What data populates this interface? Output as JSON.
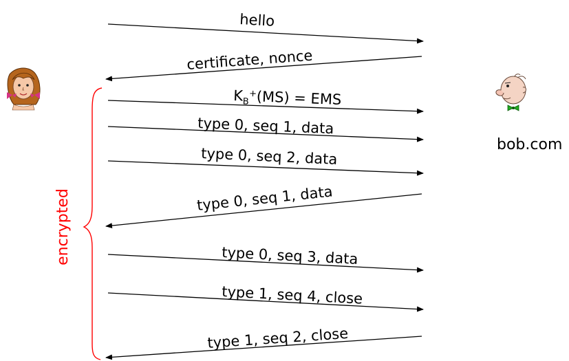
{
  "messages": [
    {
      "text": "hello",
      "direction": "right"
    },
    {
      "text": "certificate, nonce",
      "direction": "left"
    },
    {
      "text_main": "K",
      "text_sub": "B",
      "text_sup": "+",
      "text_rest": "(MS) = EMS",
      "direction": "right"
    },
    {
      "text": "type 0, seq 1, data",
      "direction": "right"
    },
    {
      "text": "type 0, seq 2, data",
      "direction": "right"
    },
    {
      "text": "type 0, seq 1, data",
      "direction": "left"
    },
    {
      "text": "type 0, seq 3, data",
      "direction": "right"
    },
    {
      "text": "type 1, seq 4, close",
      "direction": "right"
    },
    {
      "text": "type 1, seq 2, close",
      "direction": "left"
    }
  ],
  "server_label": "bob.com",
  "encrypted_label": "encrypted",
  "colors": {
    "line": "#000000",
    "text": "#000000",
    "encrypted": "#ff0000",
    "brace": "#ff0000",
    "alice_hair": "#b5651d",
    "alice_skin": "#f6c8a8",
    "alice_bow": "#d63384",
    "bob_skin": "#f4d4c4",
    "bob_tie": "#22aa22"
  },
  "icons": {
    "client": "alice-character-icon",
    "server": "bob-character-icon"
  }
}
